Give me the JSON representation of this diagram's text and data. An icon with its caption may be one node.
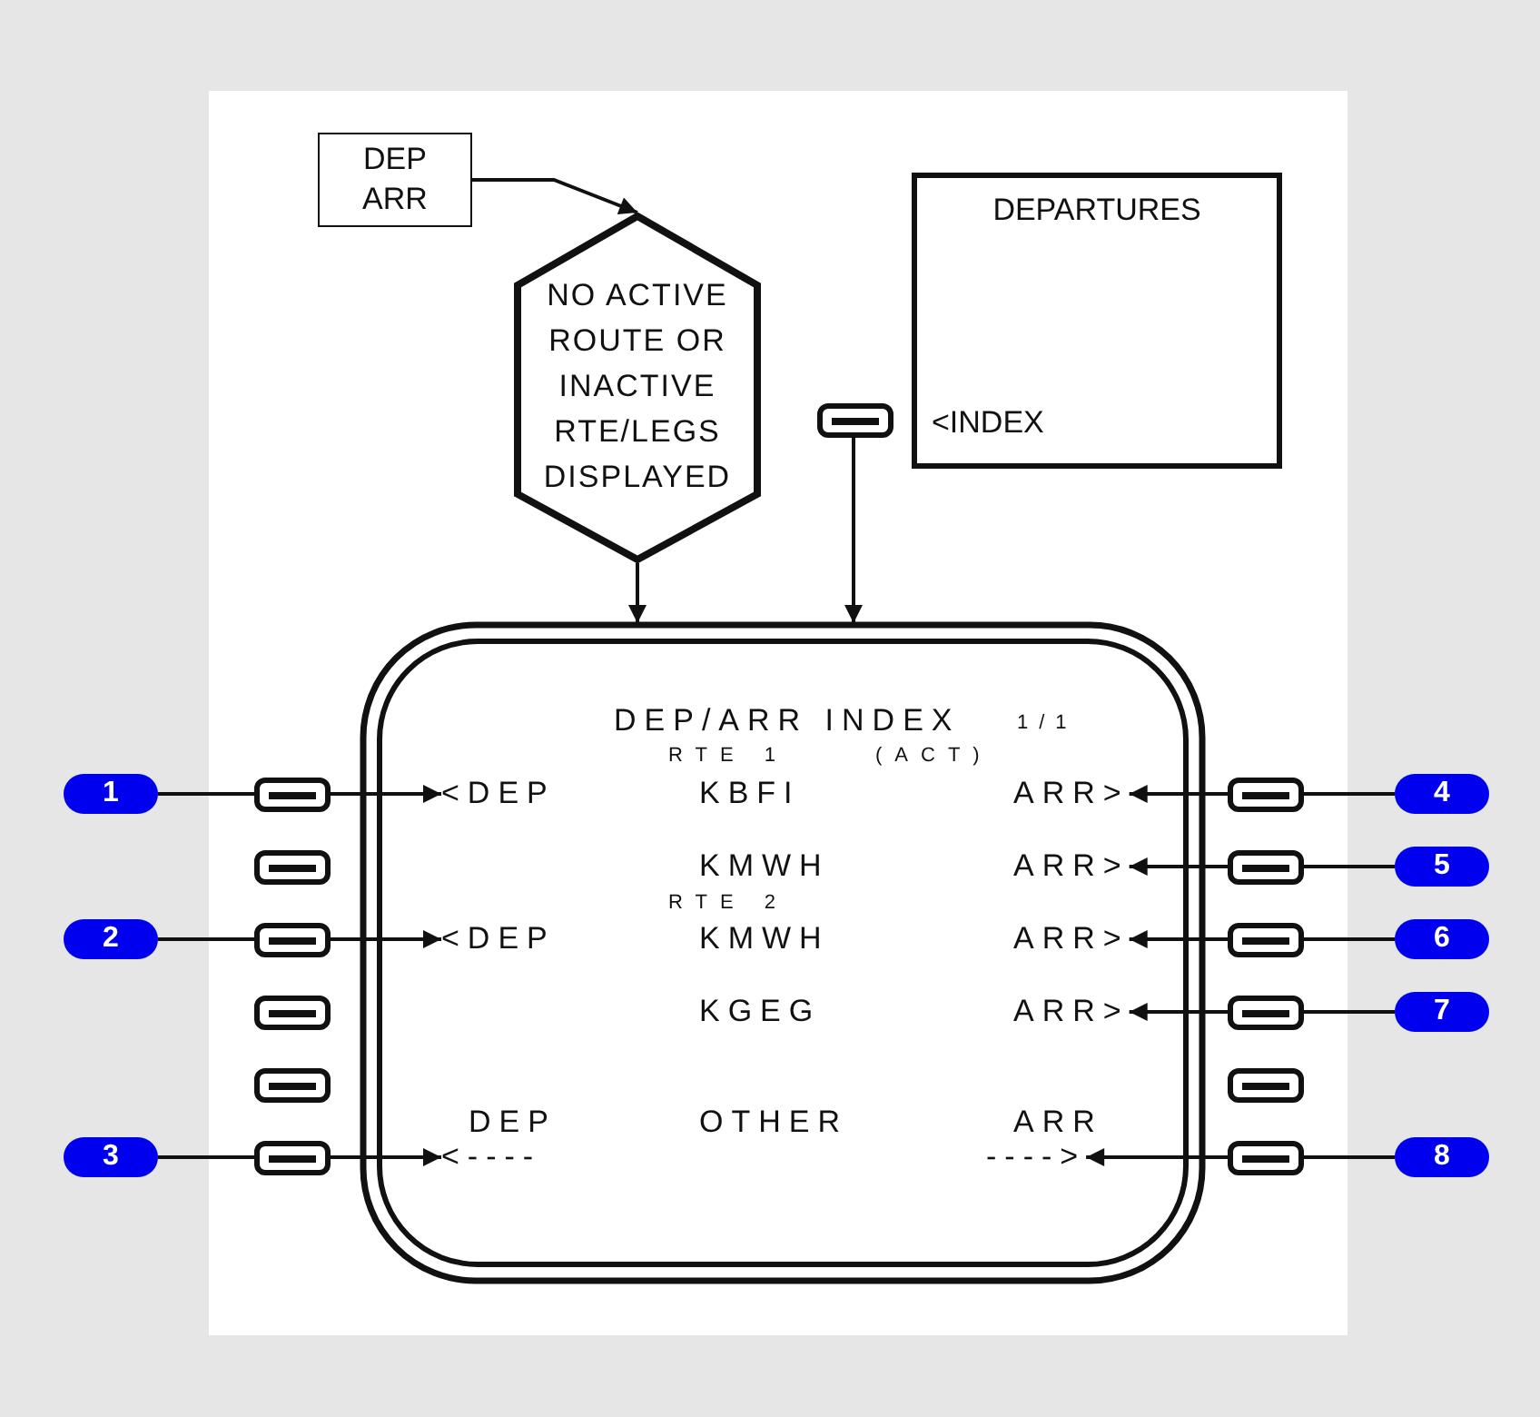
{
  "diagram": {
    "nodes": [
      {
        "text": [
          "DEP ARR"
        ]
      },
      {
        "text": [
          "NO ACTIVE ROUTE OR INACTIVE RTE/LEGS DISPLAYED"
        ]
      },
      {
        "text": [
          "DEPARTURES",
          "<INDEX"
        ]
      },
      {
        "text": [],
        "shape": "box"
      },
      {
        "text": [],
        "shape": "box"
      },
      {
        "text": [
          "<DEP"
        ],
        "in": 4
      },
      {
        "text": [
          "ARR>"
        ],
        "in": 4
      },
      {
        "text": [
          "ARR>"
        ],
        "in": 4
      },
      {
        "text": [
          "<DEP"
        ],
        "in": 4
      },
      {
        "text": [
          "ARR>"
        ],
        "in": 4
      },
      {
        "text": [
          "ARR>"
        ],
        "in": 4
      },
      {
        "text": [
          "<----"
        ],
        "in": 4
      },
      {
        "text": [
          "---->"
        ],
        "in": 4
      },
      {
        "text": [],
        "shape": "box"
      },
      {
        "text": [],
        "shape": "box"
      },
      {
        "text": [],
        "shape": "box"
      },
      {
        "text": [],
        "shape": "box"
      },
      {
        "text": [],
        "shape": "box"
      },
      {
        "text": [],
        "shape": "box"
      },
      {
        "text": [],
        "shape": "box"
      },
      {
        "text": [],
        "shape": "box"
      },
      {
        "text": [],
        "shape": "box"
      },
      {
        "text": [],
        "shape": "box"
      },
      {
        "text": [],
        "shape": "box"
      },
      {
        "text": [],
        "shape": "box"
      },
      {
        "text": [
          "1"
        ]
      },
      {
        "text": [
          "2"
        ]
      },
      {
        "text": [
          "3"
        ]
      },
      {
        "text": [
          "4"
        ]
      },
      {
        "text": [
          "5"
        ]
      },
      {
        "text": [
          "6"
        ]
      },
      {
        "text": [
          "7"
        ]
      },
      {
        "text": [
          "8"
        ]
      }
    ],
    "edges": [
      {
        "from": 0,
        "to": 1,
        "arrow": "to"
      },
      {
        "from": 1,
        "to": 4,
        "arrow": "to"
      },
      {
        "from": 3,
        "to": 4,
        "arrow": "to"
      },
      {
        "from": 25,
        "to": 5,
        "arrow": "to"
      },
      {
        "from": 26,
        "to": 8,
        "arrow": "to"
      },
      {
        "from": 27,
        "to": 11,
        "arrow": "to"
      },
      {
        "from": 28,
        "to": 6,
        "arrow": "to"
      },
      {
        "from": 29,
        "to": 7,
        "arrow": "to"
      },
      {
        "from": 30,
        "to": 9,
        "arrow": "to"
      },
      {
        "from": 31,
        "to": 10,
        "arrow": "to"
      },
      {
        "from": 32,
        "to": 12,
        "arrow": "to"
      }
    ],
    "labels": [
      "DEP/ARR INDEX",
      "1/1",
      "RTE 1",
      "(ACT)",
      "KBFI",
      "KMWH",
      "RTE 2",
      "KMWH",
      "KGEG",
      "DEP",
      "OTHER",
      "ARR"
    ]
  }
}
